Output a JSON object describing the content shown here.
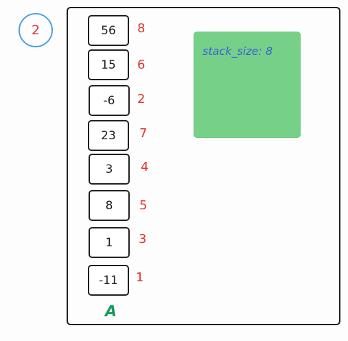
{
  "step": "2",
  "array_name": "A",
  "stack_label": "stack_size: 8",
  "colors": {
    "cell_border": "#1e1e1e",
    "index_text": "#e03131",
    "step_circle": "#4a9fe0",
    "array_name": "#1a9b5b",
    "stack_fill": "#76d088",
    "stack_text": "#3b5bdb"
  },
  "cells": [
    {
      "value": "56",
      "index": "8"
    },
    {
      "value": "15",
      "index": "6"
    },
    {
      "value": "-6",
      "index": "2"
    },
    {
      "value": "23",
      "index": "7"
    },
    {
      "value": "3",
      "index": "4"
    },
    {
      "value": "8",
      "index": "5"
    },
    {
      "value": "1",
      "index": "3"
    },
    {
      "value": "-11",
      "index": "1"
    }
  ]
}
